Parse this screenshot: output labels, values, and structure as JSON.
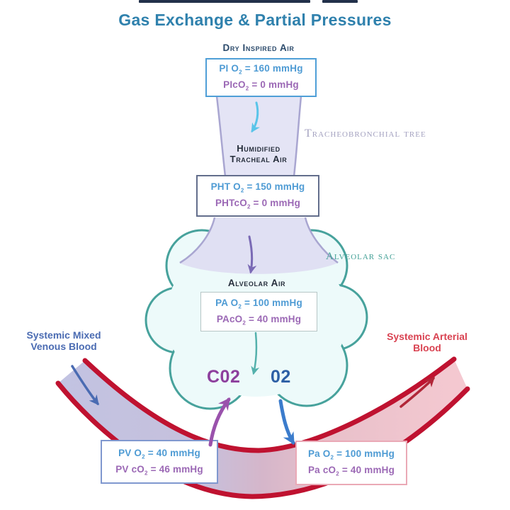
{
  "title": "Gas Exchange & Partial Pressures",
  "labels": {
    "dry_inspired_air": "Dry Inspired Air",
    "tracheobronchial_tree": "Tracheobronchial tree",
    "humidified_line1": "Humidified",
    "humidified_line2": "Tracheal Air",
    "alveolar_sac": "Alveolar sac",
    "alveolar_air": "Alveolar Air",
    "co2": "C02",
    "o2": "02",
    "venous_line1": "Systemic Mixed",
    "venous_line2": "Venous Blood",
    "arterial_line1": "Systemic Arterial",
    "arterial_line2": "Blood"
  },
  "boxes": {
    "inspired": {
      "lines": [
        {
          "pre": "PI O",
          "sub": "2",
          "post": " = 160 mmHg"
        },
        {
          "pre": "PIcO",
          "sub": "2",
          "post": " = 0 mmHg"
        }
      ]
    },
    "tracheal": {
      "lines": [
        {
          "pre": "PHT O",
          "sub": "2",
          "post": " = 150 mmHg"
        },
        {
          "pre": "PHTcO",
          "sub": "2",
          "post": " = 0 mmHg"
        }
      ]
    },
    "alveolar": {
      "lines": [
        {
          "pre": "PA O",
          "sub": "2",
          "post": " = 100 mmHg"
        },
        {
          "pre": "PAcO",
          "sub": "2",
          "post": " = 40 mmHg"
        }
      ]
    },
    "venous": {
      "lines": [
        {
          "pre": "PV O",
          "sub": "2",
          "post": " = 40 mmHg"
        },
        {
          "pre": "PV cO",
          "sub": "2",
          "post": " = 46 mmHg"
        }
      ]
    },
    "arterial": {
      "lines": [
        {
          "pre": "Pa O",
          "sub": "2",
          "post": " = 100 mmHg"
        },
        {
          "pre": "Pa cO",
          "sub": "2",
          "post": " = 40 mmHg"
        }
      ]
    }
  },
  "colors": {
    "title": "#2f81ad",
    "o2_value_text": "#4e9bd4",
    "co2_value_text": "#9b68b5",
    "vessel_red": "#bf1230",
    "venous_fill": "#c2c3e2",
    "arterial_fill": "#f5c9d1",
    "cloud_stroke": "#47a29c",
    "cloud_fill": "#edfafa",
    "trachea_fill": "#e4e4f5",
    "trachea_edge": "#a9a6d1",
    "co2_gas_label": "#8d3f9d",
    "o2_gas_label": "#2d5fa5",
    "venous_label": "#4a6bb2",
    "arterial_label": "#d94251"
  }
}
